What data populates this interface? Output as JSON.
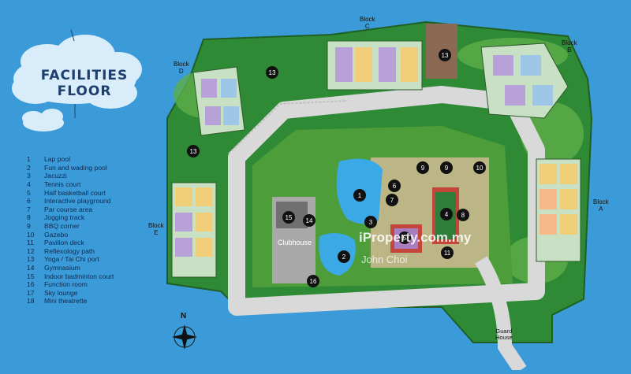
{
  "title_line1": "FACILITIES",
  "title_line2": "FLOOR",
  "legend": [
    {
      "num": "1",
      "label": "Lap pool"
    },
    {
      "num": "2",
      "label": "Fun and wading pool"
    },
    {
      "num": "3",
      "label": "Jacuzzi"
    },
    {
      "num": "4",
      "label": "Tennis court"
    },
    {
      "num": "5",
      "label": "Half basketball court"
    },
    {
      "num": "6",
      "label": "Interactive playground"
    },
    {
      "num": "7",
      "label": "Par course area"
    },
    {
      "num": "8",
      "label": "Jogging track"
    },
    {
      "num": "9",
      "label": "BBQ corner"
    },
    {
      "num": "10",
      "label": "Gazebo"
    },
    {
      "num": "11",
      "label": "Pavilion deck"
    },
    {
      "num": "12",
      "label": "Reflexology path"
    },
    {
      "num": "13",
      "label": "Yoga / Tai Chi port"
    },
    {
      "num": "14",
      "label": "Gymnasium"
    },
    {
      "num": "15",
      "label": "Indoor badminton court"
    },
    {
      "num": "16",
      "label": "Function room"
    },
    {
      "num": "17",
      "label": "Sky lounge"
    },
    {
      "num": "18",
      "label": "Mini theatrette"
    }
  ],
  "blocks": {
    "a": {
      "line1": "Block",
      "line2": "A"
    },
    "b": {
      "line1": "Block",
      "line2": "B"
    },
    "c": {
      "line1": "Block",
      "line2": "C"
    },
    "d": {
      "line1": "Block",
      "line2": "D"
    },
    "e": {
      "line1": "Block",
      "line2": "E"
    }
  },
  "clubhouse_label": "Clubhouse",
  "guard_line1": "Guard",
  "guard_line2": "House",
  "compass_label": "N",
  "watermark_site": "iProperty.com.my",
  "watermark_author": "John Choi",
  "map_markers": [
    "1",
    "2",
    "3",
    "4",
    "5",
    "6",
    "7",
    "8",
    "9",
    "9",
    "10",
    "11",
    "13",
    "13",
    "13",
    "14",
    "15",
    "16"
  ],
  "colors": {
    "sea": "#3b9bd8",
    "title": "#1c3f6e",
    "green": "#2f8a36",
    "road": "#d9d9d9",
    "pool": "#3aa9e6",
    "court": "#c4463a"
  }
}
